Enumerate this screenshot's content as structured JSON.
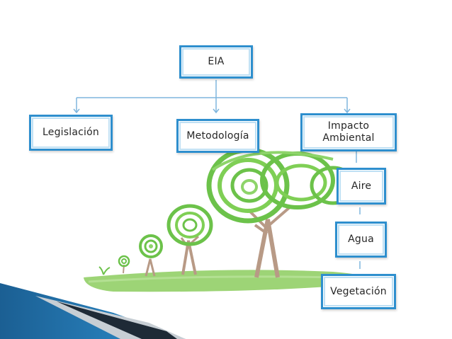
{
  "diagram": {
    "root": {
      "label": "EIA"
    },
    "children": [
      {
        "label": "Legislación"
      },
      {
        "label": "Metodología"
      },
      {
        "label": "Impacto Ambiental"
      }
    ],
    "impact_items": [
      {
        "label": "Aire"
      },
      {
        "label": "Agua"
      },
      {
        "label": "Vegetación"
      }
    ],
    "colors": {
      "box_border": "#2e8fce",
      "connector": "#7fb6dd",
      "tree_green": "#6cc24a",
      "trunk": "#b89a86",
      "grass": "#8ccc5e",
      "corner_blue": "#1f6fa8"
    }
  }
}
